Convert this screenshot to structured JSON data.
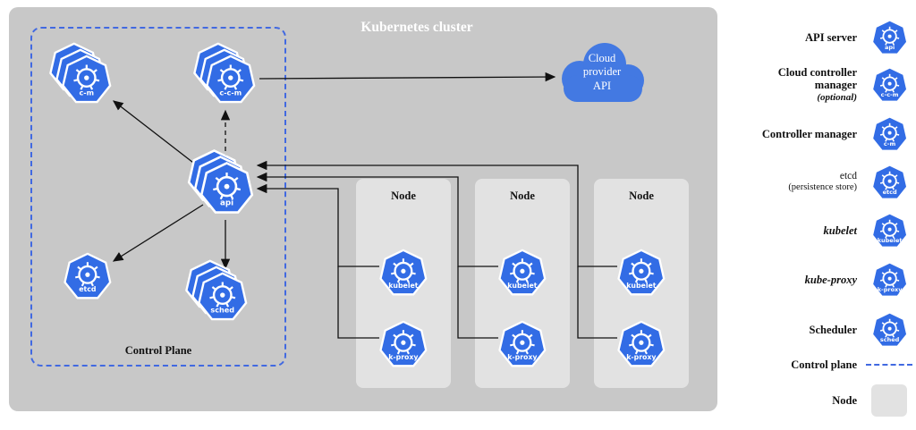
{
  "diagram": {
    "title": "Kubernetes cluster",
    "control_plane_label": "Control Plane",
    "cloud_label": "Cloud\nprovider\nAPI",
    "nodes": [
      {
        "label": "Node"
      },
      {
        "label": "Node"
      },
      {
        "label": "Node"
      }
    ]
  },
  "icon_labels": {
    "api": "api",
    "c-m": "c-m",
    "c-c-m": "c-c-m",
    "etcd": "etcd",
    "sched": "sched",
    "kubelet": "kubelet",
    "k-proxy": "k-proxy"
  },
  "legend": {
    "items": [
      {
        "name": "API server",
        "icon": "api"
      },
      {
        "name": "Cloud controller manager",
        "sub": "(optional)",
        "icon": "c-c-m"
      },
      {
        "name": "Controller manager",
        "icon": "c-m"
      },
      {
        "name": "etcd",
        "sub": "(persistence store)",
        "icon": "etcd"
      },
      {
        "name": "kubelet",
        "icon": "kubelet"
      },
      {
        "name": "kube-proxy",
        "icon": "k-proxy"
      },
      {
        "name": "Scheduler",
        "icon": "sched"
      },
      {
        "name": "Control plane",
        "type": "dashed-line"
      },
      {
        "name": "Node",
        "type": "gray-box"
      }
    ]
  },
  "colors": {
    "kubernetes_blue": "#326ce5",
    "cloud_blue": "#4379e2",
    "cluster_background": "#c8c8c8",
    "node_background": "#e2e2e2",
    "control_plane_dash": "#4169e1"
  }
}
